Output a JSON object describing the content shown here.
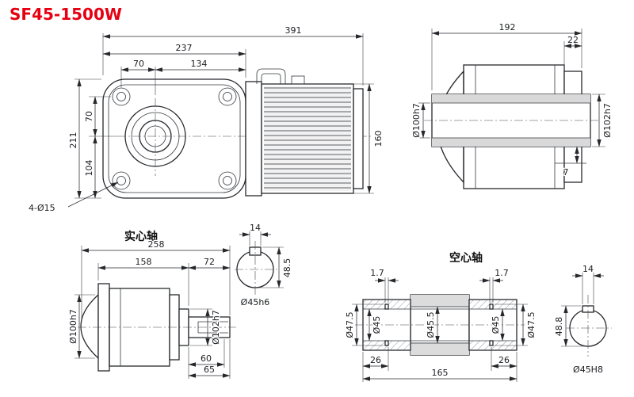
{
  "title": "SF45-1500W",
  "colors": {
    "accent": "#e60012",
    "line": "#26282c",
    "shade": "#d9d9d9"
  },
  "front": {
    "overall_width": "391",
    "gearbox_width": "237",
    "hole_to_center": "70",
    "center_to_flange": "134",
    "overall_height": "211",
    "top_to_center": "70",
    "center_to_bottom": "104",
    "motor_height": "160",
    "mounting_holes": "4-Ø15"
  },
  "hollow_side": {
    "overall_width": "192",
    "cap_width": "22",
    "bore_dia": "Ø100h7",
    "hub_dia": "Ø102h7",
    "key_depth": "7"
  },
  "solid_shaft": {
    "label": "实心轴",
    "overall_length": "258",
    "housing_length": "158",
    "shaft_length": "72",
    "pilot_dia": "Ø100h7",
    "spigot_dia": "Ø102h7",
    "key_length": "60",
    "shaft_usable": "65"
  },
  "solid_section": {
    "key_width": "14",
    "key_height": "48.5",
    "shaft_dia": "Ø45h6"
  },
  "hollow_shaft": {
    "label": "空心轴",
    "groove_width_left": "1.7",
    "groove_width_right": "1.7",
    "groove_dia_left": "Ø47.5",
    "bore_dia_left": "Ø45",
    "bore_dia_middle": "Ø45.5",
    "bore_dia_right": "Ø45",
    "groove_dia_right": "Ø47.5",
    "end_length_left": "26",
    "overall_length": "165",
    "end_length_right": "26"
  },
  "hollow_section": {
    "key_width": "14",
    "key_height": "48.8",
    "bore_dia": "Ø45H8"
  }
}
